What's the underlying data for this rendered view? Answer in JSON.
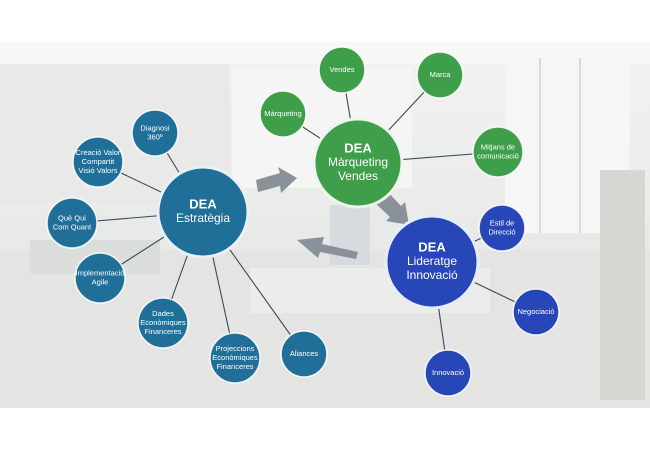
{
  "colors": {
    "strategy": "#1f6f99",
    "marketing": "#3f9e4a",
    "leadership": "#2746b8",
    "connector": "#3a4a55",
    "arrow": "#8a9299"
  },
  "hubs": {
    "strategy": {
      "title": "DEA",
      "lines": [
        "Estratègia"
      ]
    },
    "marketing": {
      "title": "DEA",
      "lines": [
        "Màrqueting",
        "Vendes"
      ]
    },
    "leadership": {
      "title": "DEA",
      "lines": [
        "Lideratge",
        "Innovació"
      ]
    }
  },
  "satellites": {
    "strategy": [
      [
        "Diagnosi",
        "360º"
      ],
      [
        "Creació Valor",
        "Compartit",
        "Visió Valors"
      ],
      [
        "Què Qui",
        "Com Quant"
      ],
      [
        "Implementació",
        "Agile"
      ],
      [
        "Dades",
        "Econòmiques",
        "Financeres"
      ],
      [
        "Projeccions",
        "Econòmiques",
        "Financeres"
      ],
      [
        "Aliances"
      ]
    ],
    "marketing": [
      [
        "Vendes"
      ],
      [
        "Marca"
      ],
      [
        "Màrqueting"
      ],
      [
        "Mitjans de",
        "comunicació"
      ]
    ],
    "leadership": [
      [
        "Estil de",
        "Direcció"
      ],
      [
        "Negociació"
      ],
      [
        "Innovació"
      ]
    ]
  }
}
